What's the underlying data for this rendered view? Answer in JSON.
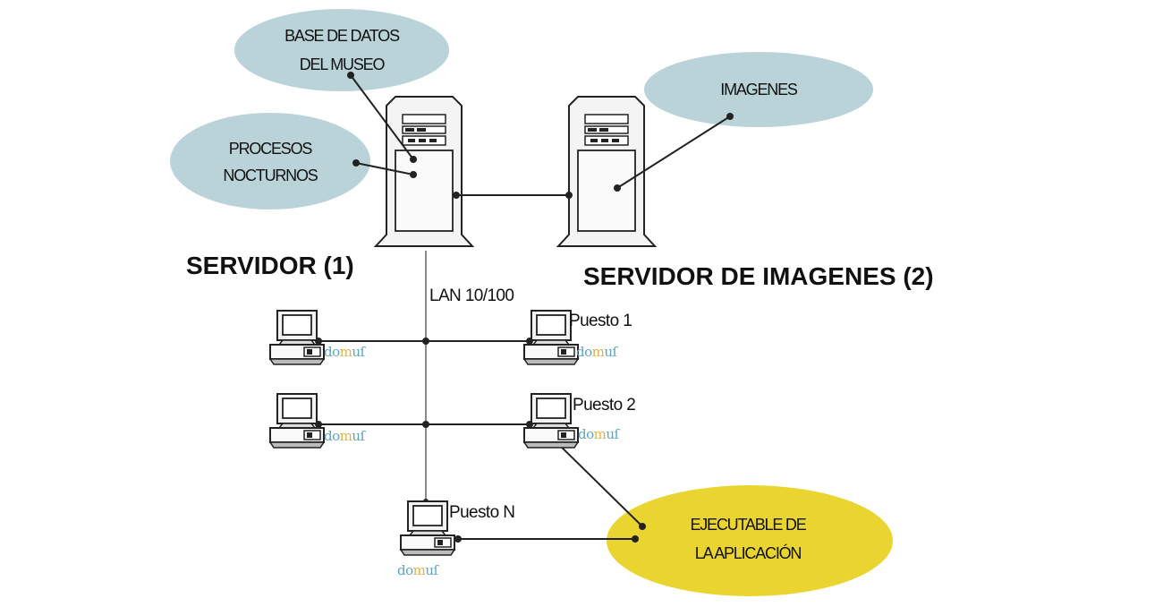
{
  "colors": {
    "bubble_blue": "#b9d3d8",
    "bubble_yellow": "#ead530",
    "line": "#222222",
    "lan_line": "#8a8a8a",
    "logo_blue": "#5aa4bf",
    "logo_gold": "#e2b24a"
  },
  "bubbles": {
    "db": {
      "line1": "BASE DE DATOS",
      "line2": "DEL MUSEO"
    },
    "procesos": {
      "line1": "PROCESOS",
      "line2": "NOCTURNOS"
    },
    "imagenes": {
      "line1": "IMAGENES"
    },
    "ejecutable": {
      "line1": "EJECUTABLE DE",
      "line2": "LA  APLICACIÓN"
    }
  },
  "servers": {
    "main": "SERVIDOR (1)",
    "images": "SERVIDOR DE IMAGENES (2)"
  },
  "network": {
    "lan": "LAN 10/100"
  },
  "workstations": {
    "p1": "Puesto 1",
    "p2": "Puesto 2",
    "pn": "Puesto N"
  },
  "logo": {
    "part1": "do",
    "part2": "m",
    "part3": "u",
    "part4": "ſ"
  },
  "icons": [
    "server-tower-icon",
    "computer-workstation-icon",
    "domus-logo"
  ]
}
